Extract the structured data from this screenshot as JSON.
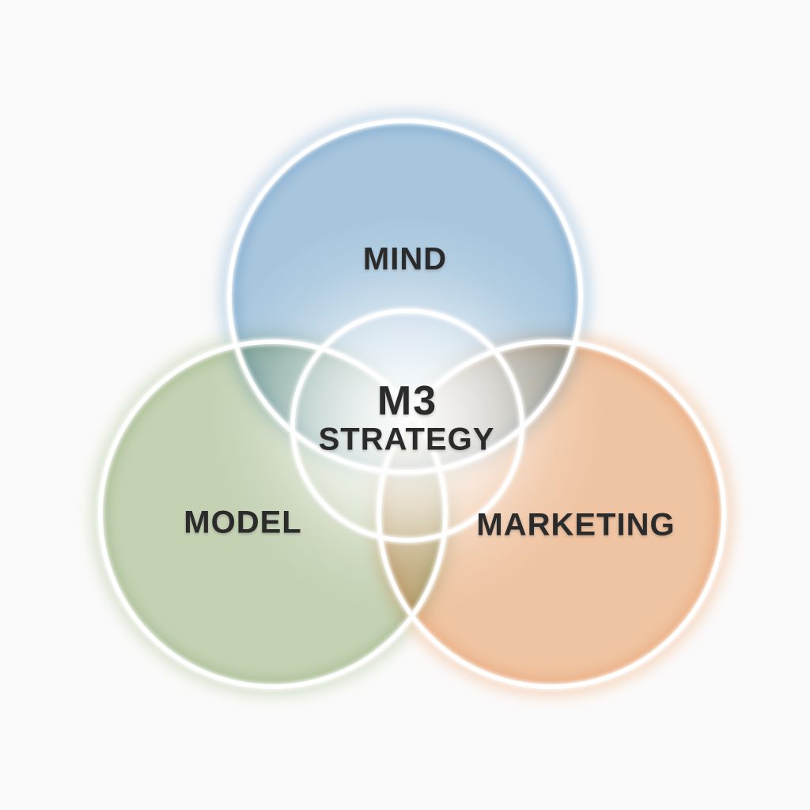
{
  "colors": {
    "background": "#fbfafa",
    "stroke": "#ffffff",
    "text": "#2b2b2b"
  },
  "circles": [
    {
      "label": "MIND",
      "fill": "#aacae2"
    },
    {
      "label": "MODEL",
      "fill": "#c7d6b7"
    },
    {
      "label": "MARKETING",
      "fill": "#f3c8a5"
    }
  ],
  "center": {
    "line1": "M3",
    "line2": "STRATEGY"
  }
}
